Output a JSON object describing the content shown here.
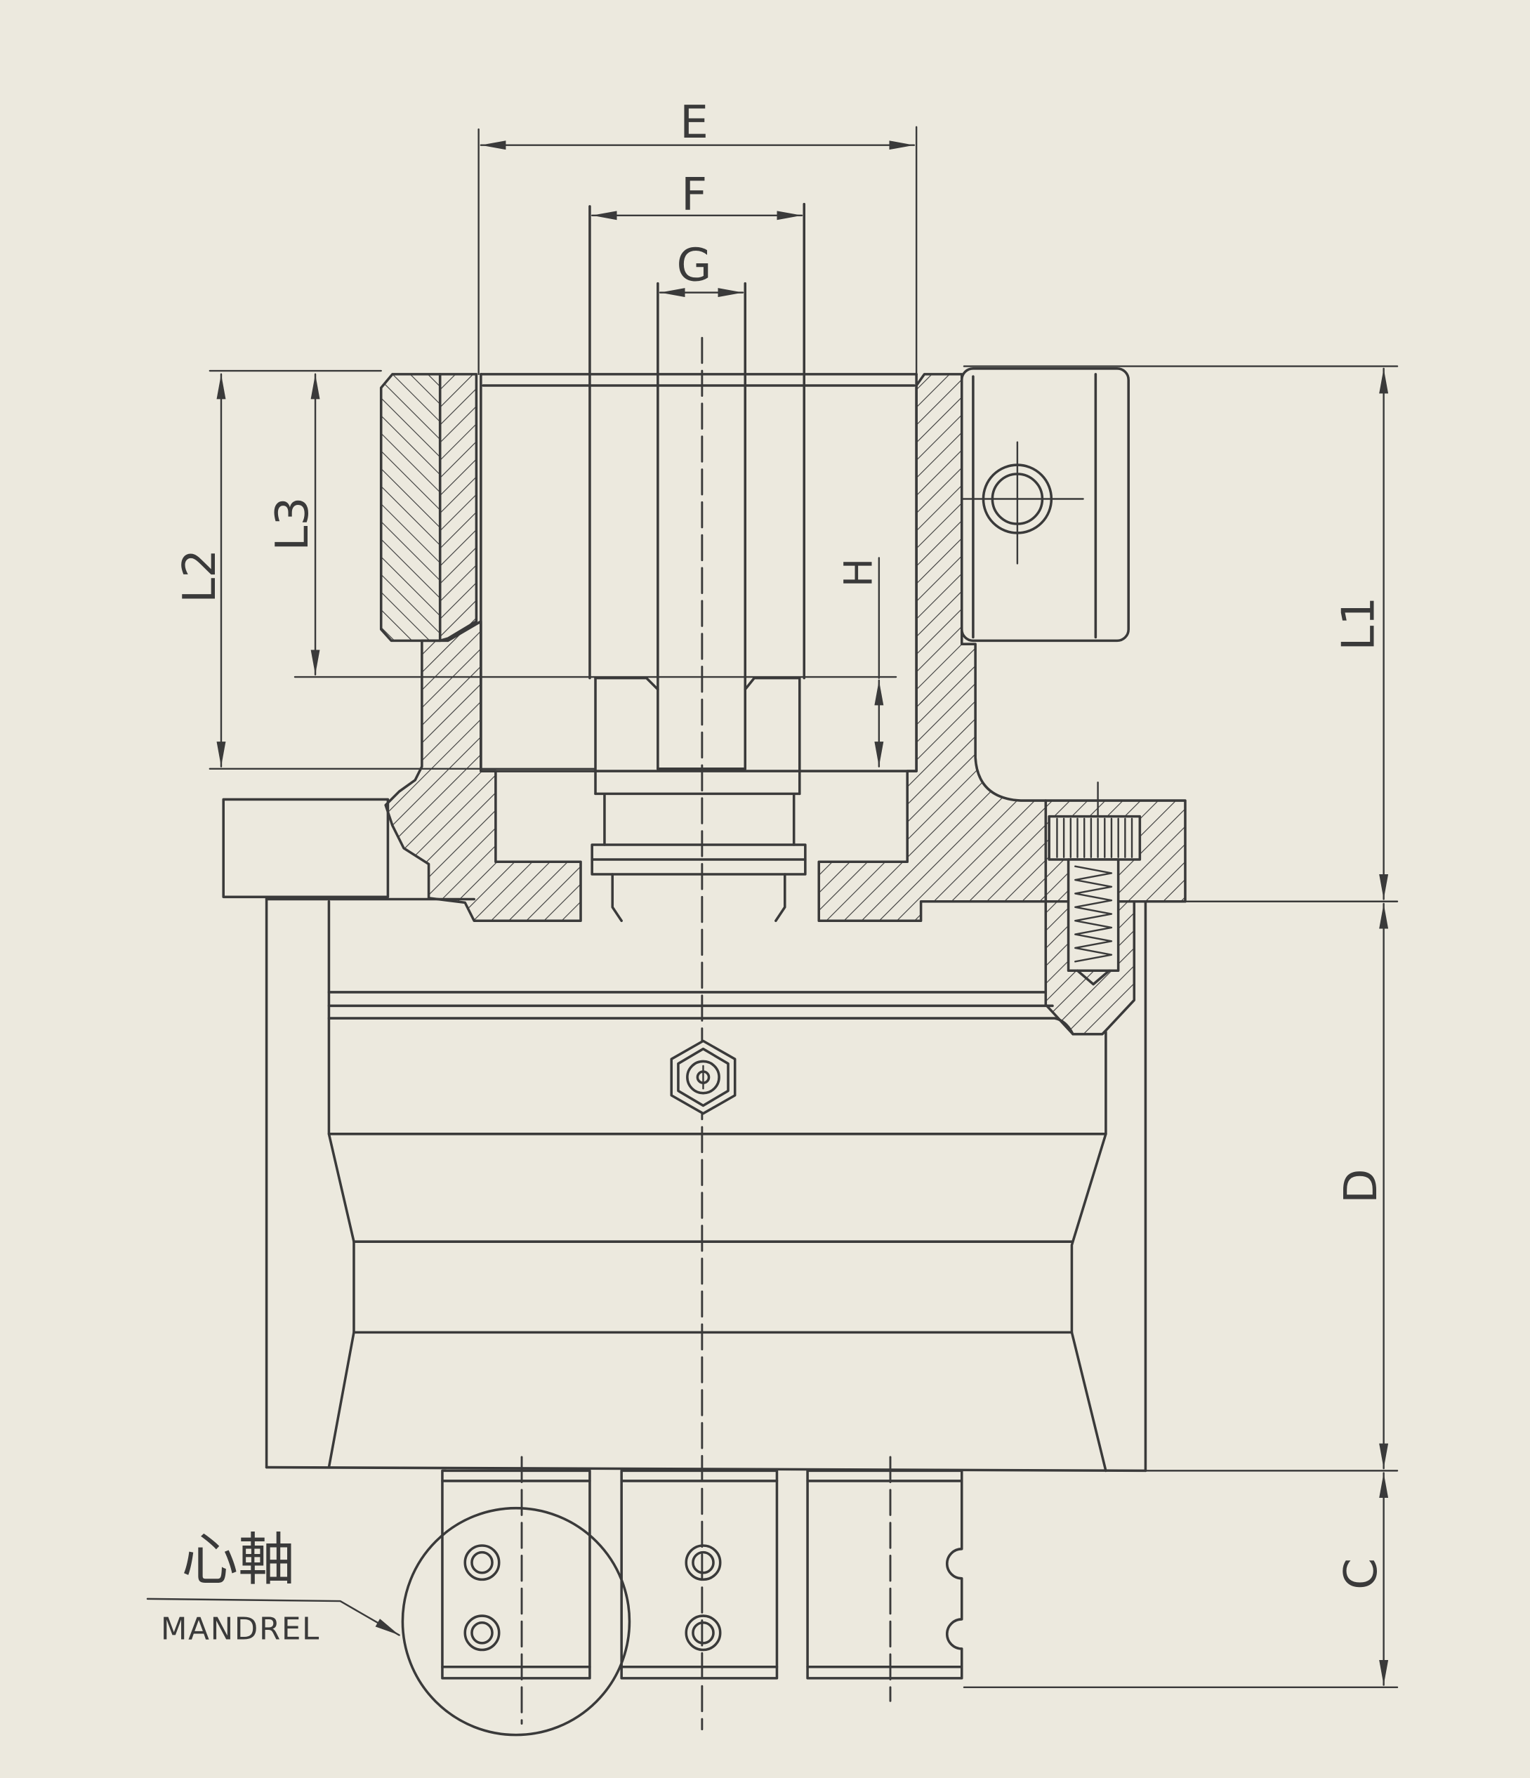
{
  "drawing": {
    "dimensions": {
      "E": "E",
      "F": "F",
      "G": "G",
      "H": "H",
      "L1": "L1",
      "L2": "L2",
      "L3": "L3",
      "D": "D",
      "C": "C"
    },
    "callout": {
      "label_zh": "心軸",
      "label_en": "MANDREL"
    }
  },
  "colors": {
    "paper": "#ece9de",
    "ink": "#3a3a3a"
  }
}
